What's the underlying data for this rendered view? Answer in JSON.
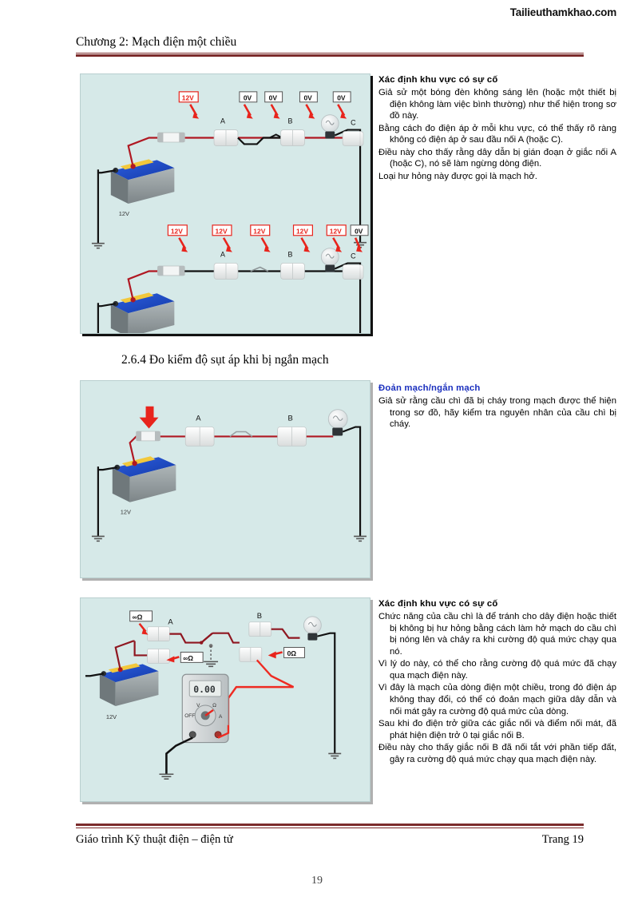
{
  "watermark": "Tailieuthamkhao.com",
  "header": {
    "title": "Chương 2: Mạch điện một chiều"
  },
  "footer": {
    "left": "Giáo trình Kỹ thuật điện – điện tử",
    "right": "Trang 19",
    "page_number": "19"
  },
  "section": {
    "heading": "2.6.4  Đo kiểm độ sụt áp khi bị ngắn mạch"
  },
  "colors": {
    "panel_bg": "#d6e9e8",
    "rule": "#7b2b2b",
    "accent_red": "#e8241c",
    "accent_blue": "#1a2fbe",
    "wire_red": "#b01822",
    "wire_black": "#111111",
    "battery_blue": "#1b46c8",
    "battery_body": "#8f9698"
  },
  "text_blocks": [
    {
      "id": "block-1",
      "title": "Xác định khu vực có sự cố",
      "paragraphs": [
        "Giả sử một bóng đèn không sáng lên (hoặc một thiết bị điện không làm việc bình thường) như thể hiện trong sơ đồ này.",
        "Bằng cách đo điện áp ở mỗi khu vực, có thể thấy rõ ràng không có điện áp ở sau đầu nối A (hoặc C).",
        "Điều này cho thấy rằng dây dẫn bị gián đoạn ở giắc nối A (hoặc C), nó sẽ làm ngừng dòng điện.",
        "Loại hư hỏng này được gọi là mạch hở."
      ]
    },
    {
      "id": "block-2",
      "title": "Đoản mạch/ngắn mạch",
      "title_color": "blue",
      "paragraphs": [
        "Giả sử rằng cầu chì đã bị cháy trong mạch được thể hiện trong sơ đồ, hãy kiểm tra nguyên nhân của cầu chì bị cháy."
      ]
    },
    {
      "id": "block-3",
      "title": "Xác định khu vực có sự cố",
      "paragraphs": [
        "Chức năng của cầu chì là để tránh cho dây điện hoặc thiết bị không bị hư hỏng bằng cách làm hở mạch do cầu chì bị nóng lên và chảy ra khi cường độ quá mức chạy qua nó.",
        "Vì lý do này, có thể cho rằng cường độ quá mức đã chạy qua mạch điện này.",
        "Vì đây là mạch của dòng điện một chiều, trong đó điện áp không thay đổi, có thể có đoản mạch giữa dây dẫn và nối mát gây ra cường độ quá mức của dòng.",
        "Sau khi đo điện trở giữa các giắc nối và điểm nối mát, đã phát hiện điện trở 0 tại giắc nối B.",
        "Điều này cho thấy giắc nối B đã nối tắt với phần tiếp đất, gây ra cường độ quá mức chạy qua mạch điện này."
      ]
    }
  ],
  "figures": [
    {
      "id": "figure-open-circuit",
      "circuits": [
        {
          "id": "circuit-top",
          "battery_label": "12V",
          "connector_labels": [
            "A",
            "B",
            "C"
          ],
          "voltage_tags": [
            "12V",
            "0V",
            "0V",
            "0V",
            "0V"
          ],
          "tag_styles": [
            "red",
            "black",
            "black",
            "black",
            "black"
          ],
          "has_bulb": true
        },
        {
          "id": "circuit-bottom",
          "battery_label": "12V",
          "connector_labels": [
            "A",
            "B",
            "C"
          ],
          "voltage_tags": [
            "12V",
            "12V",
            "12V",
            "12V",
            "12V",
            "0V"
          ],
          "tag_styles": [
            "red",
            "red",
            "red",
            "red",
            "red",
            "black"
          ],
          "has_bulb": true
        }
      ]
    },
    {
      "id": "figure-blown-fuse",
      "circuits": [
        {
          "id": "circuit-fuse",
          "battery_label": "12V",
          "connector_labels": [
            "A",
            "B"
          ],
          "voltage_tags": [],
          "has_bulb": true,
          "arrow_target": "fuse"
        }
      ]
    },
    {
      "id": "figure-resistance-test",
      "circuits": [
        {
          "id": "circuit-ohm",
          "battery_label": "12V",
          "connector_labels": [
            "A",
            "B"
          ],
          "resistance_tags": [
            "∞ Ω",
            "∞ Ω",
            "0 Ω"
          ],
          "meter_reading": "0.00",
          "meter_dial_labels": [
            "V",
            "Ω",
            "OFF",
            "A"
          ],
          "has_bulb": true
        }
      ]
    }
  ]
}
